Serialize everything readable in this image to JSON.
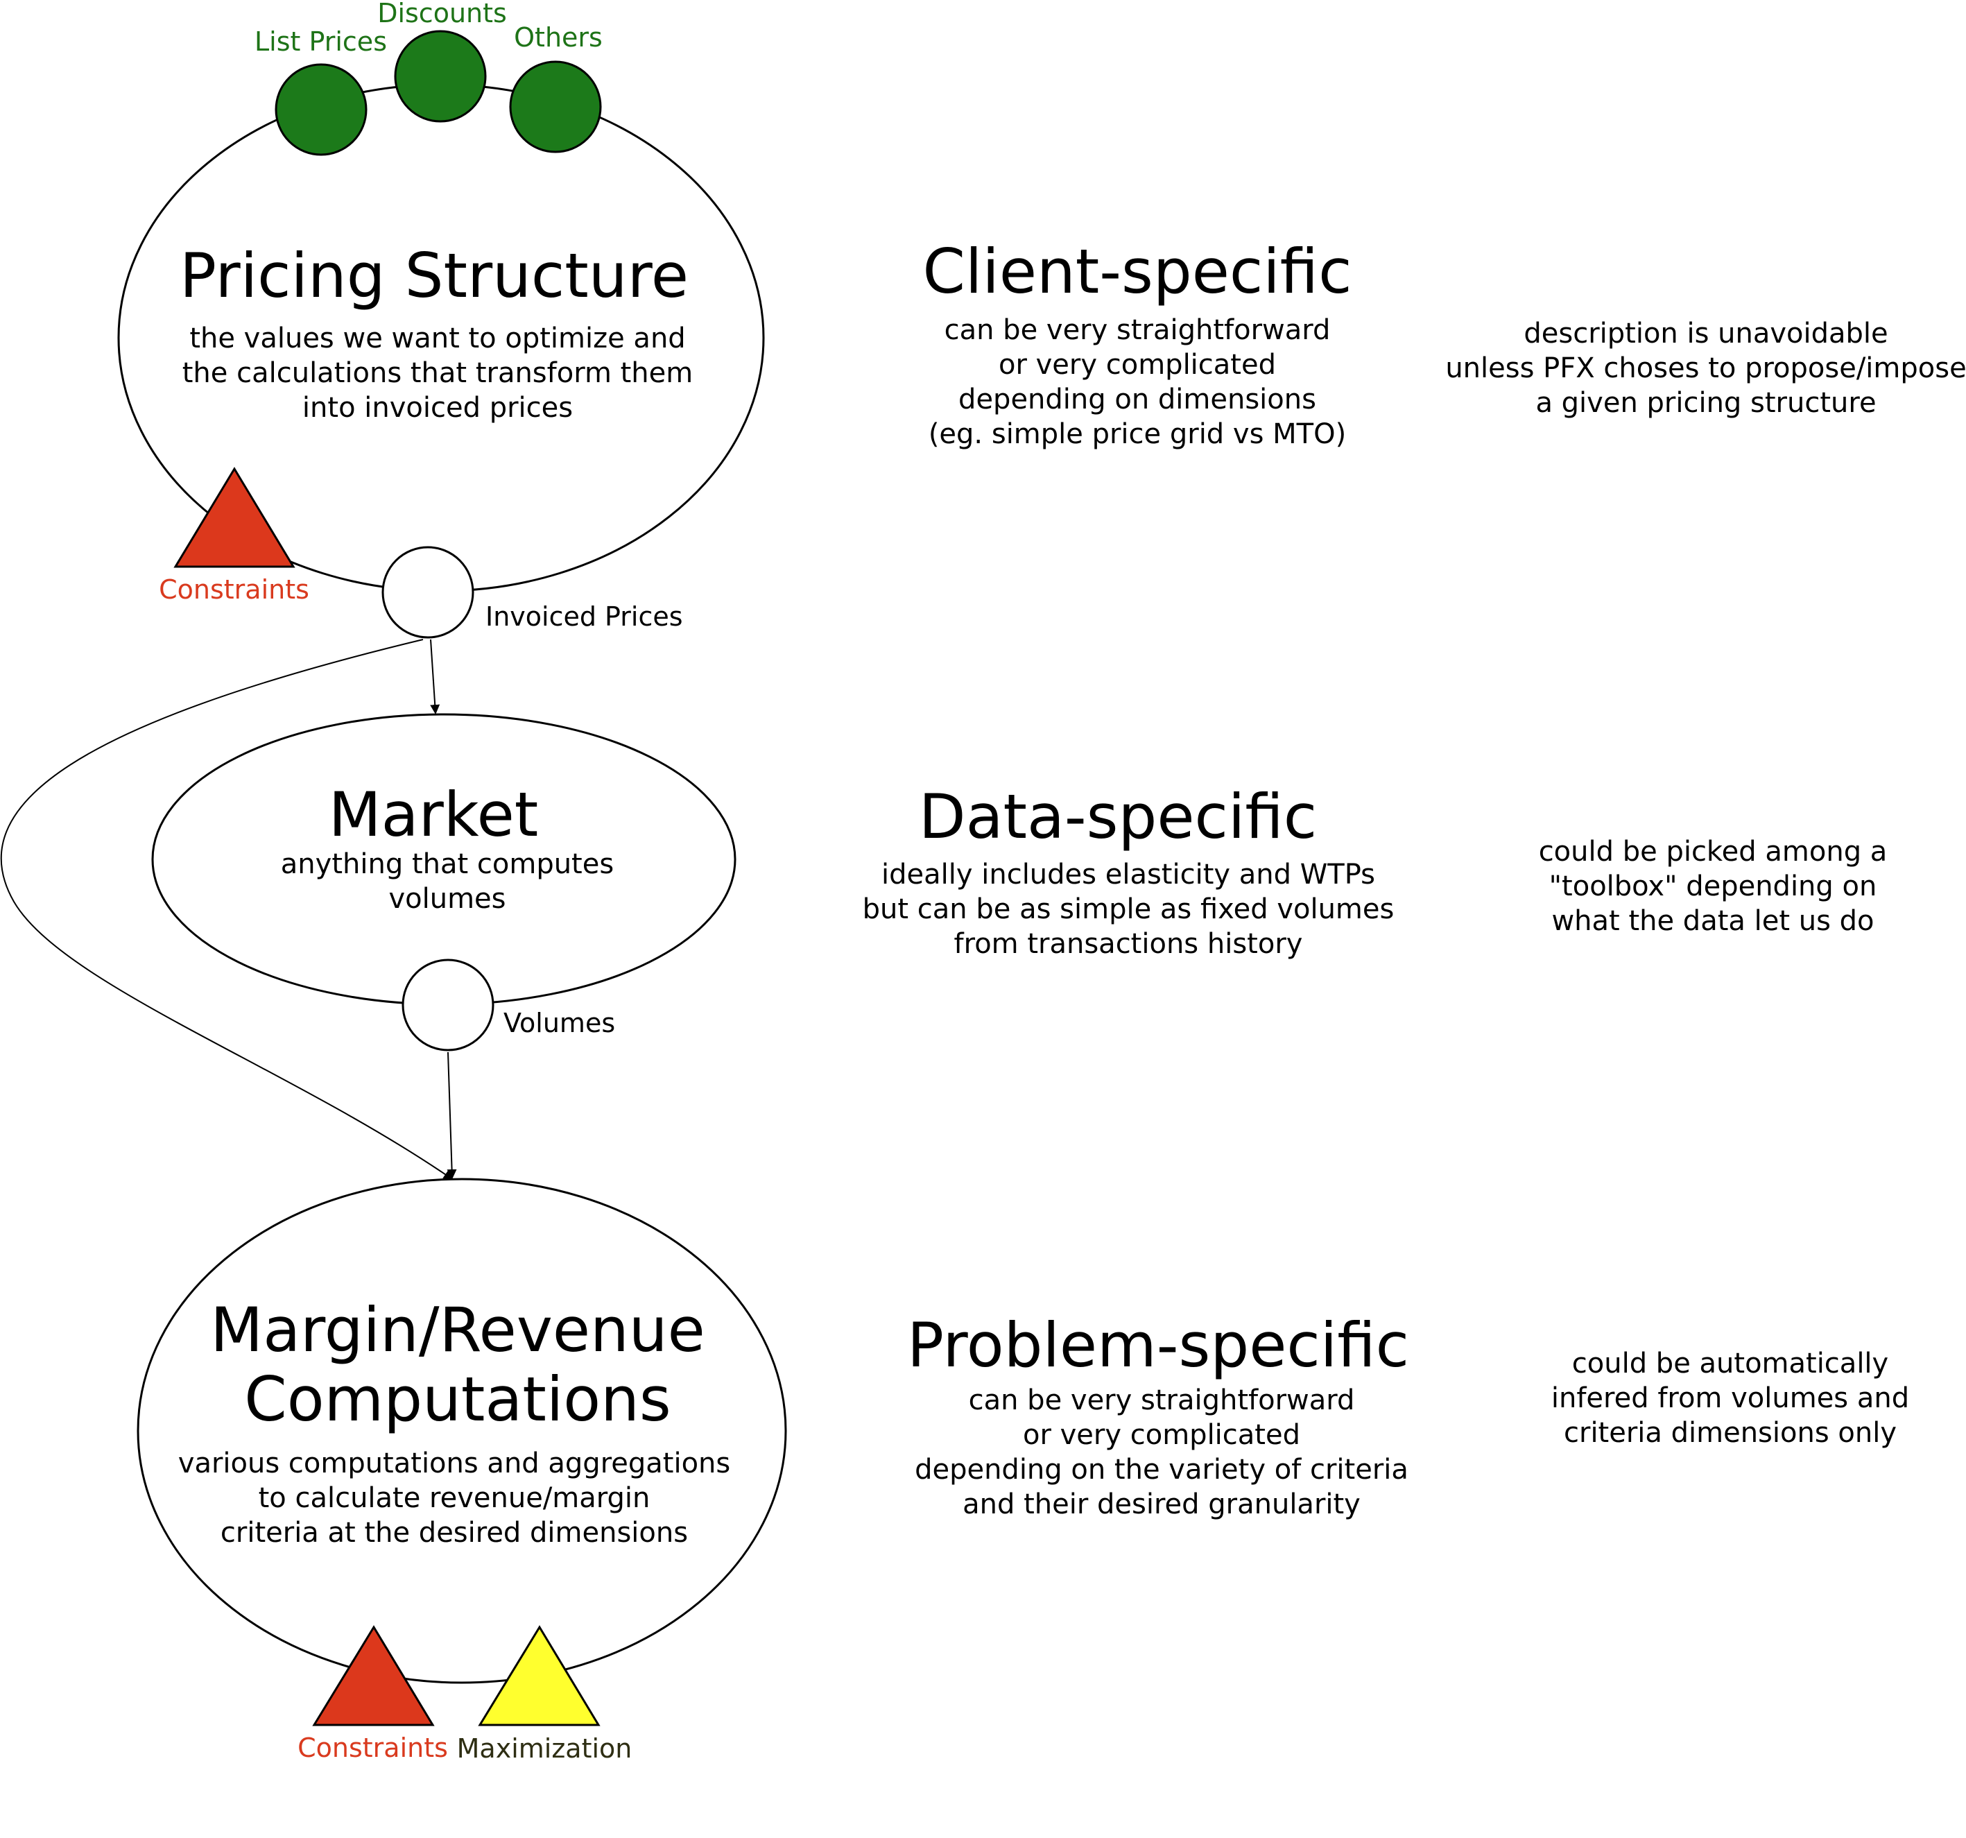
{
  "pricing": {
    "title": "Pricing Structure",
    "desc": "the values we want to optimize and\nthe calculations that transform them\ninto invoiced prices",
    "inputs": [
      "List Prices",
      "Discounts",
      "Others"
    ],
    "constraint_label": "Constraints",
    "output_label": "Invoiced Prices"
  },
  "market": {
    "title": "Market",
    "desc": "anything that computes\nvolumes",
    "output_label": "Volumes"
  },
  "margin": {
    "title": "Margin/Revenue\nComputations",
    "desc": "various computations and aggregations\nto calculate revenue/margin\ncriteria at the desired dimensions",
    "constraint_label": "Constraints",
    "objective_label": "Maximization"
  },
  "column2": [
    {
      "title": "Client-specific",
      "desc": "can be very straightforward\nor very complicated\ndepending on dimensions\n(eg. simple price grid vs MTO)"
    },
    {
      "title": "Data-specific",
      "desc": "ideally includes elasticity and WTPs\nbut can be as simple as fixed volumes\nfrom transactions history"
    },
    {
      "title": "Problem-specific",
      "desc": "can be very straightforward\nor very complicated\ndepending on the variety of criteria\nand their desired granularity"
    }
  ],
  "column3": [
    "description is unavoidable\nunless PFX choses to propose/impose\na given pricing structure",
    "could be picked among a\n\"toolbox\" depending on\nwhat the data let us do",
    "could be automatically\ninfered from volumes and\ncriteria dimensions only"
  ],
  "colors": {
    "input_green": "#1c7a1a",
    "constraint_red": "#dc381c",
    "maximization_yellow": "#ffff2e",
    "label_green": "#1e7317",
    "label_red": "#d93a1e"
  }
}
